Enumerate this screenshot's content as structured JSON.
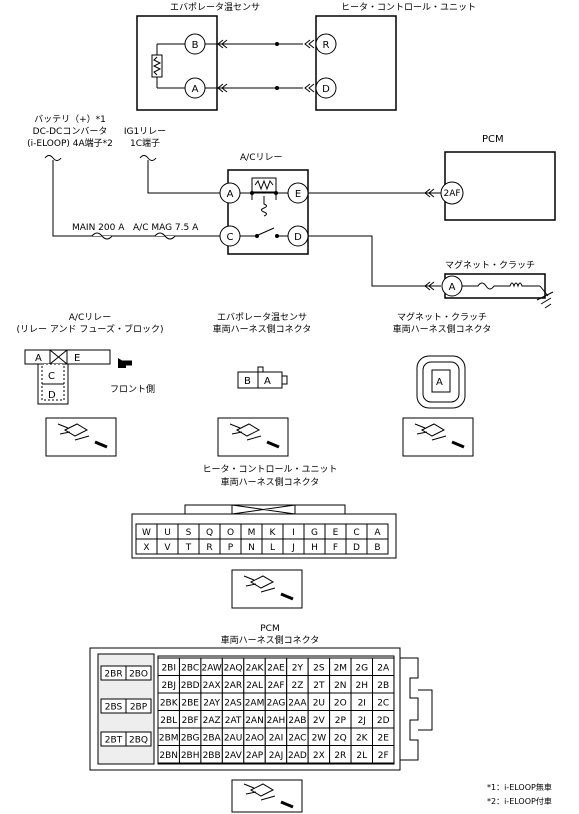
{
  "top": {
    "evap_sensor": "エバポレータ温センサ",
    "heater_unit": "ヒータ・コントロール・ユニット",
    "pcm": "PCM",
    "battery": [
      "バッテリ（+）*1",
      "DC-DCコンバータ",
      "(i-ELOOP) 4A端子*2"
    ],
    "ig1_relay": [
      "IG1リレー",
      "1C端子"
    ],
    "ac_relay": "A/Cリレー",
    "main_fuse": "MAIN 200 A",
    "acmag_fuse": "A/C MAG 7.5 A",
    "mag_clutch": "マグネット・クラッチ",
    "pins": {
      "B": "B",
      "A": "A",
      "R": "R",
      "D": "D",
      "2AF": "2AF",
      "relayA": "A",
      "relayE": "E",
      "relayC": "C",
      "relayD": "D",
      "clutchA": "A"
    }
  },
  "connectors": {
    "acrelay_title": [
      "A/Cリレー",
      "(リレー アンド フューズ・ブロック)"
    ],
    "acrelay_cells": [
      "A",
      "E",
      "C",
      "D"
    ],
    "front": "フロント側",
    "evap_title": [
      "エバポレータ温センサ",
      "車両ハーネス側コネクタ"
    ],
    "evap_cells": [
      "B",
      "A"
    ],
    "clutch_title": [
      "マグネット・クラッチ",
      "車両ハーネス側コネクタ"
    ],
    "clutch_cell": "A",
    "heater_title": [
      "ヒータ・コントロール・ユニット",
      "車両ハーネス側コネクタ"
    ],
    "heater_row1": [
      "W",
      "U",
      "S",
      "Q",
      "O",
      "M",
      "K",
      "I",
      "G",
      "E",
      "C",
      "A"
    ],
    "heater_row2": [
      "X",
      "V",
      "T",
      "R",
      "P",
      "N",
      "L",
      "J",
      "H",
      "F",
      "D",
      "B"
    ],
    "pcm_title": [
      "PCM",
      "車両ハーネス側コネクタ"
    ],
    "pcm_left": [
      [
        "2BR",
        "2BO"
      ],
      [
        "2BS",
        "2BP"
      ],
      [
        "2BT",
        "2BQ"
      ]
    ],
    "pcm_rows": [
      [
        "2BI",
        "2BC",
        "2AW",
        "2AQ",
        "2AK",
        "2AE",
        "2Y",
        "2S",
        "2M",
        "2G",
        "2A"
      ],
      [
        "2BJ",
        "2BD",
        "2AX",
        "2AR",
        "2AL",
        "2AF",
        "2Z",
        "2T",
        "2N",
        "2H",
        "2B"
      ],
      [
        "2BK",
        "2BE",
        "2AY",
        "2AS",
        "2AM",
        "2AG",
        "2AA",
        "2U",
        "2O",
        "2I",
        "2C"
      ],
      [
        "2BL",
        "2BF",
        "2AZ",
        "2AT",
        "2AN",
        "2AH",
        "2AB",
        "2V",
        "2P",
        "2J",
        "2D"
      ],
      [
        "2BM",
        "2BG",
        "2BA",
        "2AU",
        "2AO",
        "2AI",
        "2AC",
        "2W",
        "2Q",
        "2K",
        "2E"
      ],
      [
        "2BN",
        "2BH",
        "2BB",
        "2AV",
        "2AP",
        "2AJ",
        "2AD",
        "2X",
        "2R",
        "2L",
        "2F"
      ]
    ]
  },
  "footnotes": [
    "*1：i-ELOOP無車",
    "*2：i-ELOOP付車"
  ]
}
